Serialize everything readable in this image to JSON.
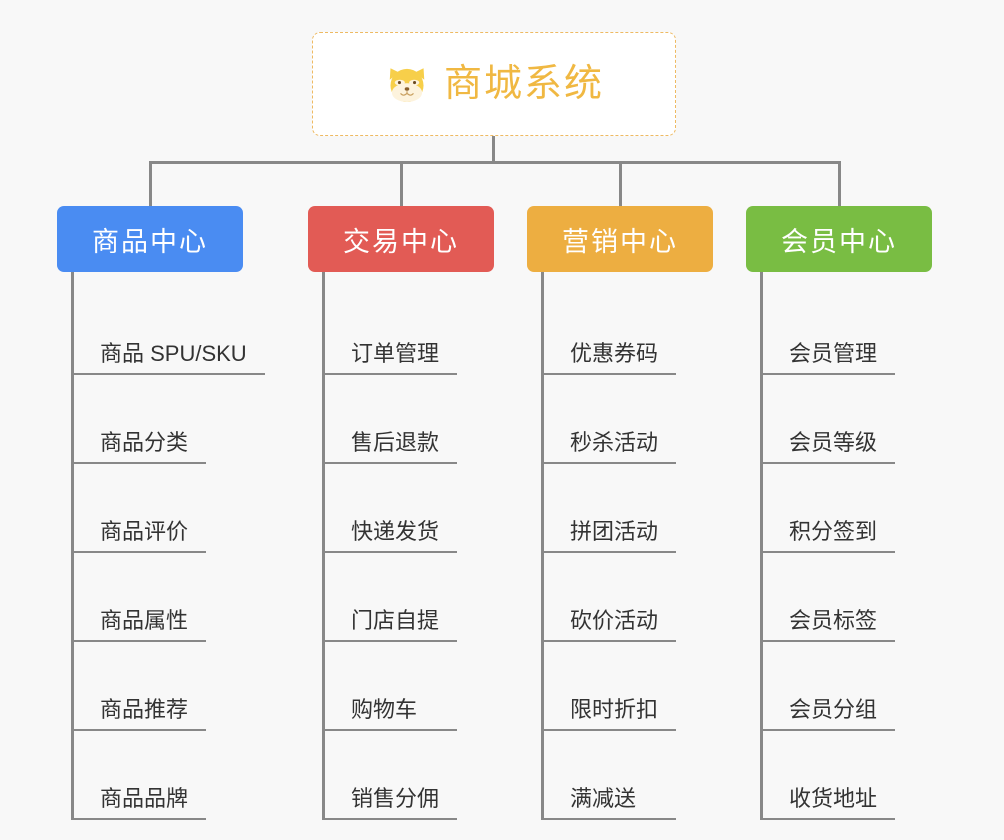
{
  "canvas": {
    "background": "#f8f8f8",
    "line_color": "#888888"
  },
  "root": {
    "title": "商城系统",
    "icon": "shiba-dog-face-icon",
    "text_color": "#f0b842",
    "border_color": "#eeba62",
    "background": "#ffffff"
  },
  "branches": [
    {
      "id": "product-center",
      "label": "商品中心",
      "color": "#4a8cf2",
      "items": [
        {
          "label": "商品 SPU/SKU"
        },
        {
          "label": "商品分类"
        },
        {
          "label": "商品评价"
        },
        {
          "label": "商品属性"
        },
        {
          "label": "商品推荐"
        },
        {
          "label": "商品品牌"
        }
      ]
    },
    {
      "id": "trade-center",
      "label": "交易中心",
      "color": "#e25b55",
      "items": [
        {
          "label": "订单管理"
        },
        {
          "label": "售后退款"
        },
        {
          "label": "快递发货"
        },
        {
          "label": "门店自提"
        },
        {
          "label": "购物车"
        },
        {
          "label": "销售分佣"
        }
      ]
    },
    {
      "id": "marketing-center",
      "label": "营销中心",
      "color": "#edae41",
      "items": [
        {
          "label": "优惠券码"
        },
        {
          "label": "秒杀活动"
        },
        {
          "label": "拼团活动"
        },
        {
          "label": "砍价活动"
        },
        {
          "label": "限时折扣"
        },
        {
          "label": "满减送"
        }
      ]
    },
    {
      "id": "member-center",
      "label": "会员中心",
      "color": "#79bd43",
      "items": [
        {
          "label": "会员管理"
        },
        {
          "label": "会员等级"
        },
        {
          "label": "积分签到"
        },
        {
          "label": "会员标签"
        },
        {
          "label": "会员分组"
        },
        {
          "label": "收货地址"
        }
      ]
    }
  ]
}
